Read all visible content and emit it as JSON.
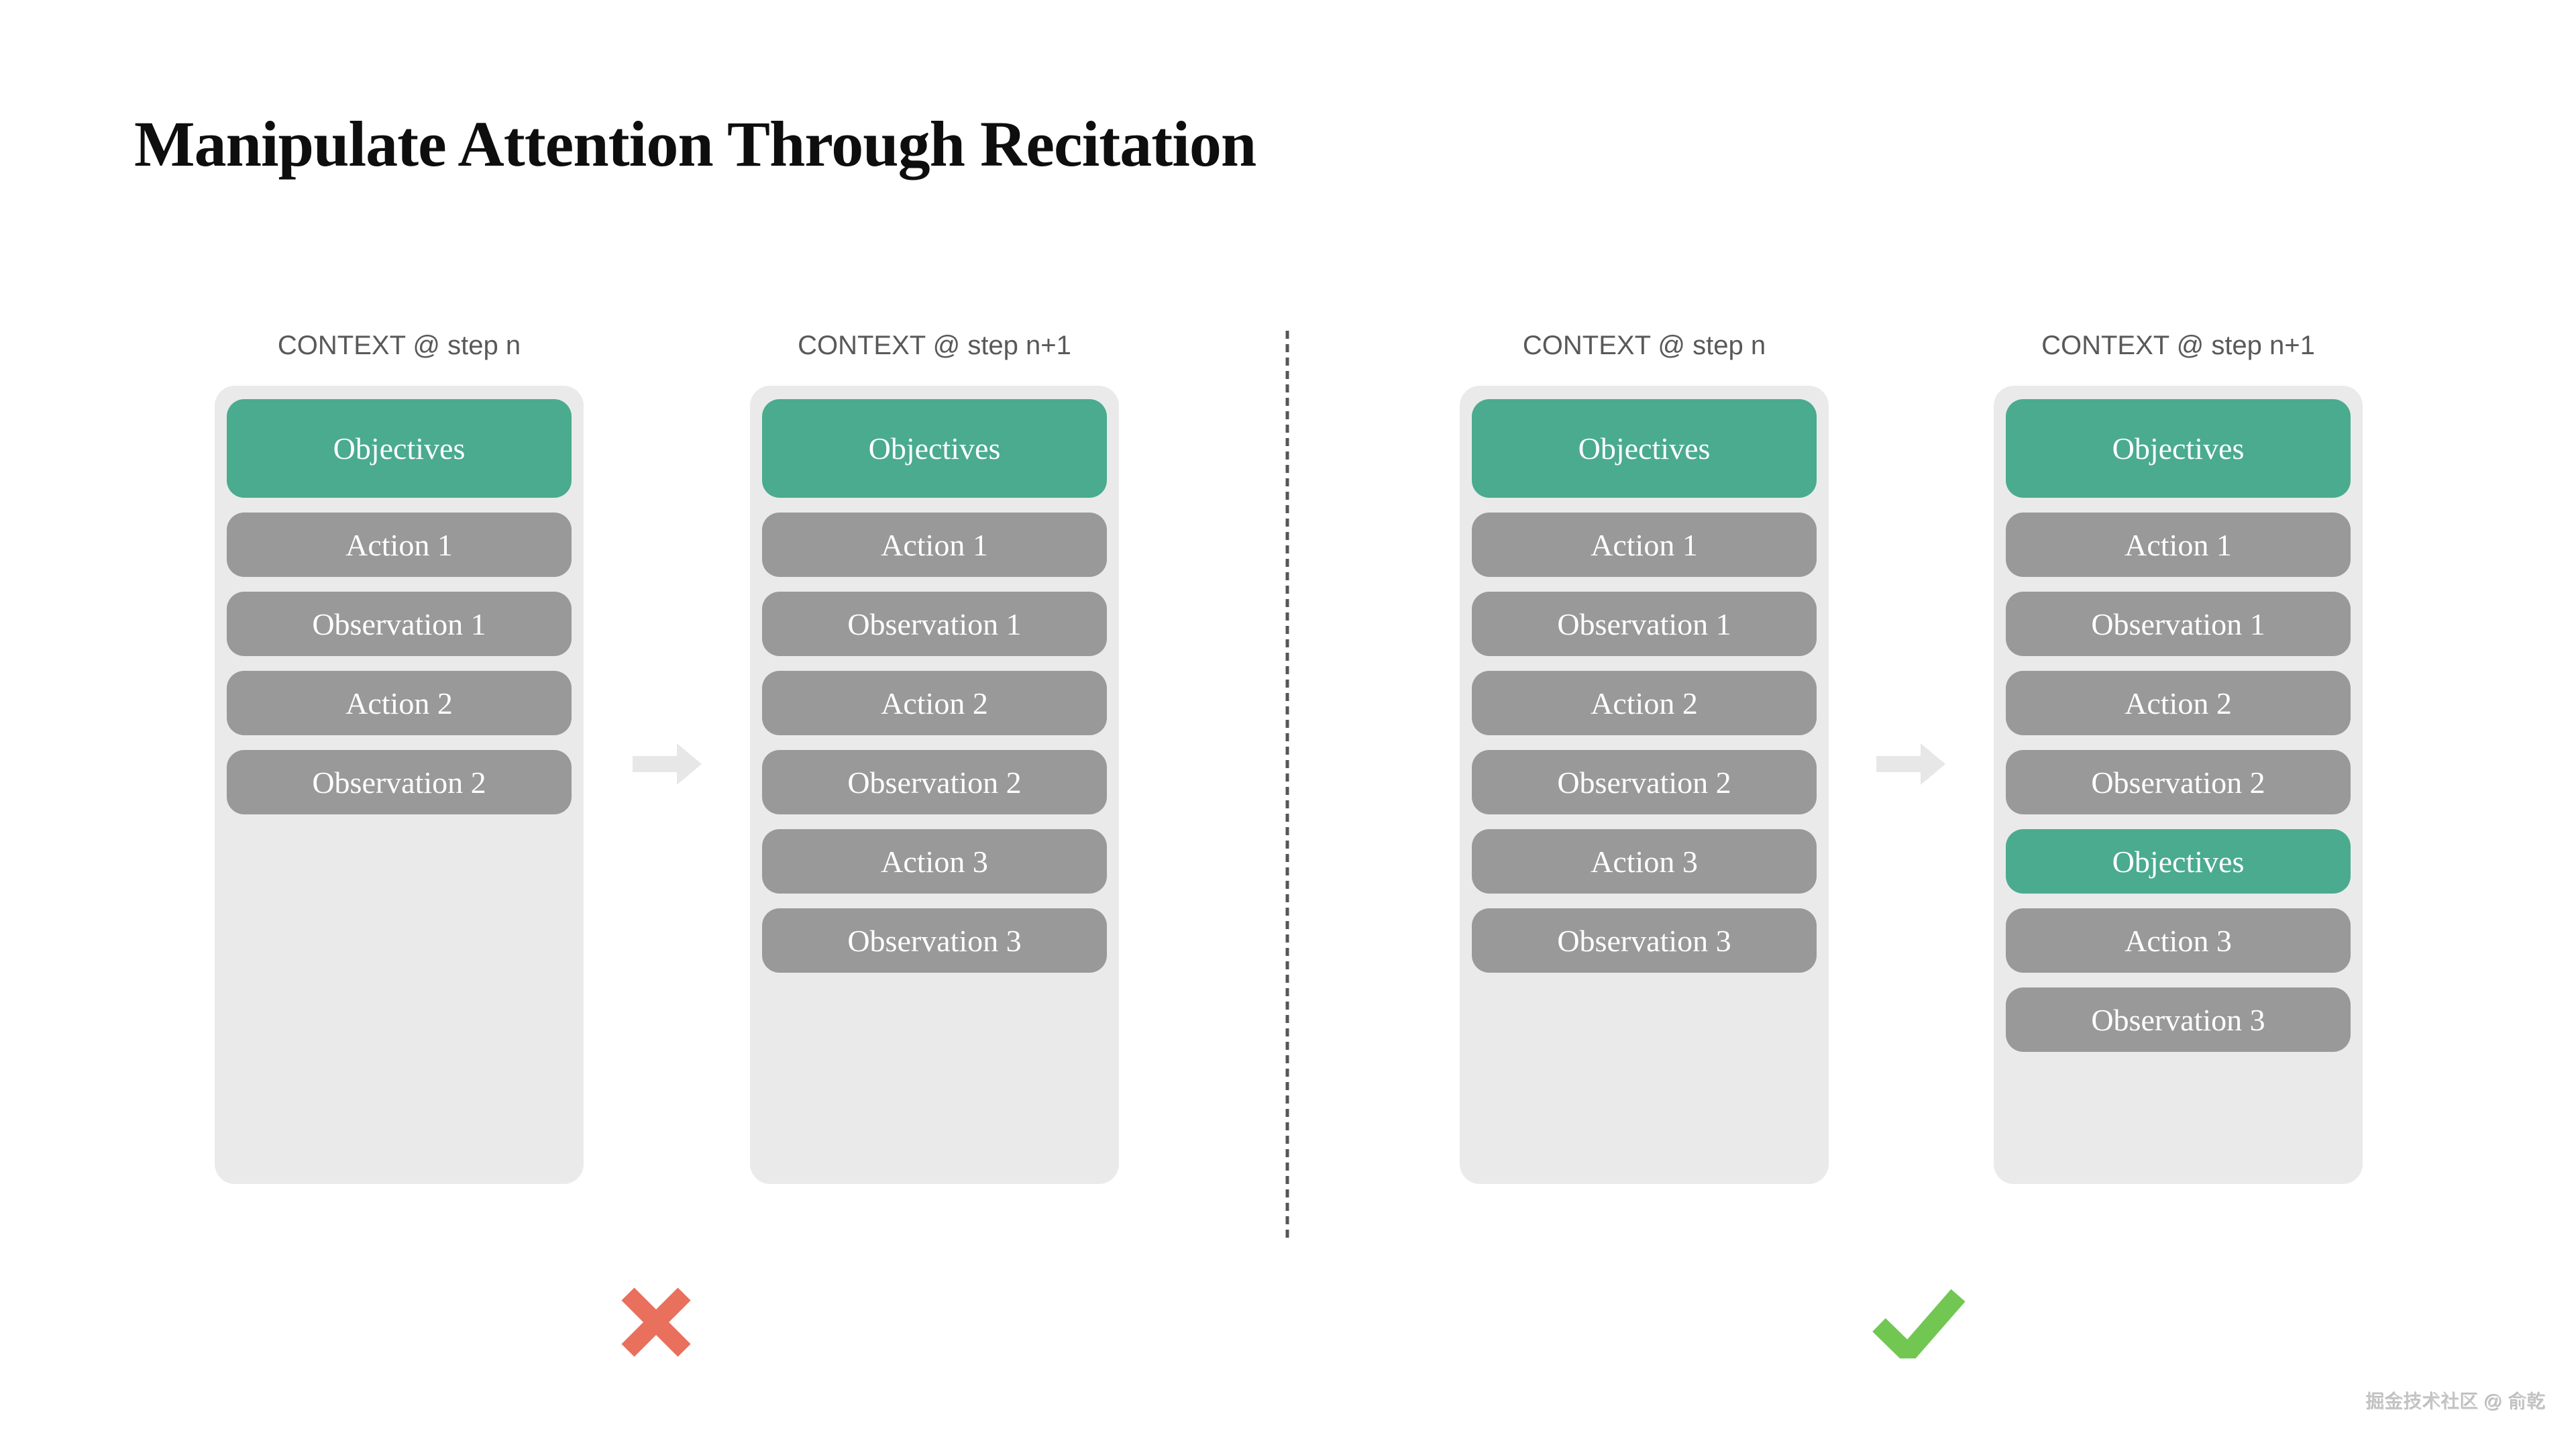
{
  "title": "Manipulate Attention Through Recitation",
  "watermark": "掘金技术社区 @ 俞乾",
  "colors": {
    "objective_green": "#4aab8e",
    "step_gray": "#999999",
    "panel_bg": "#eaeaea",
    "header_text": "#595959",
    "arrow_gray": "#e7e7e7",
    "divider": "#565656",
    "cross_red": "#e8705c",
    "check_green": "#72c753",
    "pill_text": "#ffffff",
    "title_text": "#0e0e0e",
    "watermark_text": "#c9c9c9"
  },
  "icons": {
    "arrow": "right-arrow",
    "cross": "cross-mark",
    "check": "check-mark"
  },
  "panels": [
    {
      "header": "CONTEXT @ step n",
      "pills": [
        {
          "label": "Objectives",
          "variant": "objective",
          "size": "large"
        },
        {
          "label": "Action 1",
          "variant": "step",
          "size": "small"
        },
        {
          "label": "Observation 1",
          "variant": "step",
          "size": "small"
        },
        {
          "label": "Action 2",
          "variant": "step",
          "size": "small"
        },
        {
          "label": "Observation 2",
          "variant": "step",
          "size": "small"
        }
      ]
    },
    {
      "header": "CONTEXT @ step n+1",
      "pills": [
        {
          "label": "Objectives",
          "variant": "objective",
          "size": "large"
        },
        {
          "label": "Action 1",
          "variant": "step",
          "size": "small"
        },
        {
          "label": "Observation 1",
          "variant": "step",
          "size": "small"
        },
        {
          "label": "Action 2",
          "variant": "step",
          "size": "small"
        },
        {
          "label": "Observation 2",
          "variant": "step",
          "size": "small"
        },
        {
          "label": "Action 3",
          "variant": "step",
          "size": "small"
        },
        {
          "label": "Observation 3",
          "variant": "step",
          "size": "small"
        }
      ]
    },
    {
      "header": "CONTEXT @ step n",
      "pills": [
        {
          "label": "Objectives",
          "variant": "objective",
          "size": "large"
        },
        {
          "label": "Action 1",
          "variant": "step",
          "size": "small"
        },
        {
          "label": "Observation 1",
          "variant": "step",
          "size": "small"
        },
        {
          "label": "Action 2",
          "variant": "step",
          "size": "small"
        },
        {
          "label": "Observation 2",
          "variant": "step",
          "size": "small"
        },
        {
          "label": "Action 3",
          "variant": "step",
          "size": "small"
        },
        {
          "label": "Observation 3",
          "variant": "step",
          "size": "small"
        }
      ]
    },
    {
      "header": "CONTEXT @ step n+1",
      "pills": [
        {
          "label": "Objectives",
          "variant": "objective",
          "size": "large"
        },
        {
          "label": "Action 1",
          "variant": "step",
          "size": "small"
        },
        {
          "label": "Observation 1",
          "variant": "step",
          "size": "small"
        },
        {
          "label": "Action 2",
          "variant": "step",
          "size": "small"
        },
        {
          "label": "Observation 2",
          "variant": "step",
          "size": "small"
        },
        {
          "label": "Objectives",
          "variant": "objective",
          "size": "small"
        },
        {
          "label": "Action 3",
          "variant": "step",
          "size": "small"
        },
        {
          "label": "Observation 3",
          "variant": "step",
          "size": "small"
        }
      ]
    }
  ]
}
